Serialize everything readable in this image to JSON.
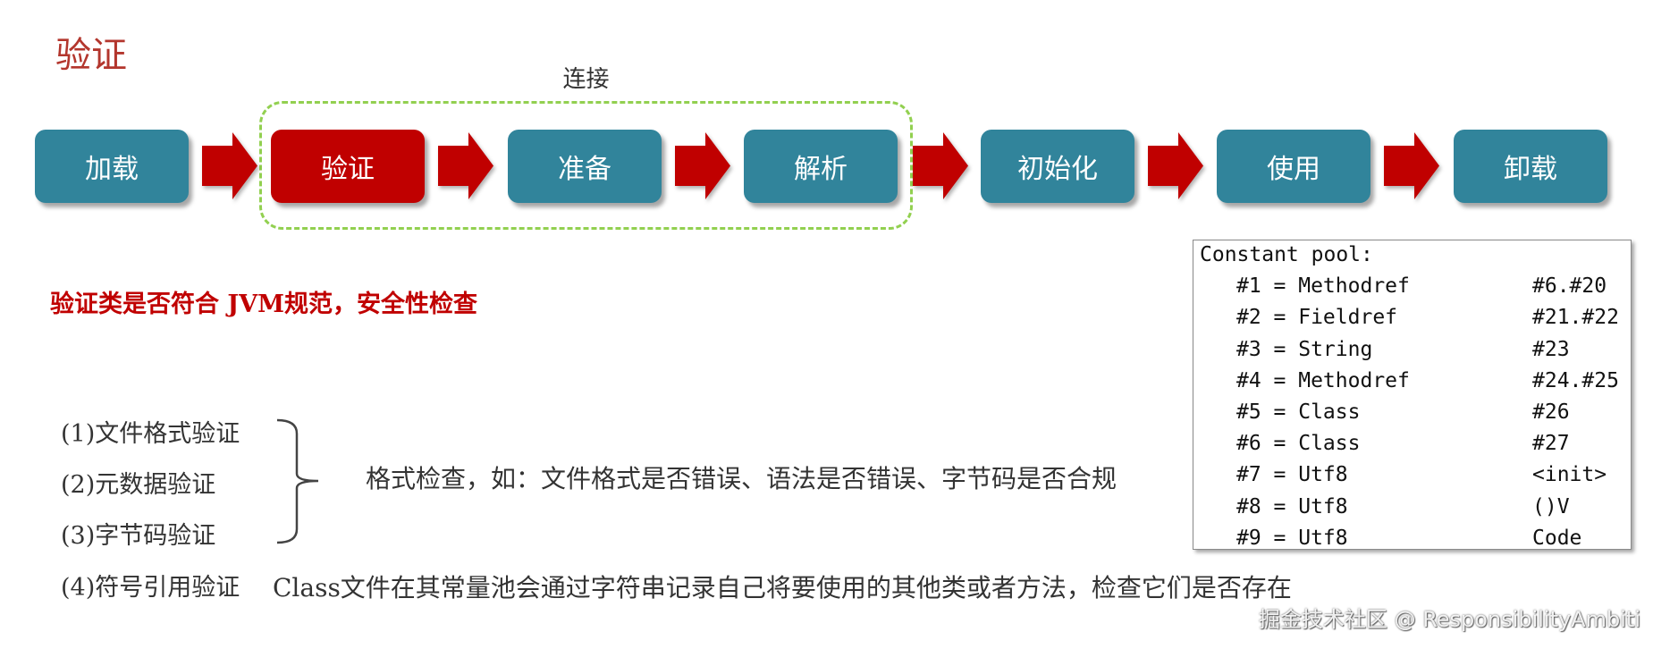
{
  "page": {
    "title": "验证"
  },
  "colors": {
    "title": "#b3362d",
    "stage": "#31849b",
    "stage_active": "#c00000",
    "arrow": "#c00000",
    "group_border": "#92d050",
    "summary": "#c00000"
  },
  "pipeline": {
    "group_label": "连接",
    "stages": [
      {
        "label": "加载",
        "active": false
      },
      {
        "label": "验证",
        "active": true
      },
      {
        "label": "准备",
        "active": false
      },
      {
        "label": "解析",
        "active": false
      },
      {
        "label": "初始化",
        "active": false
      },
      {
        "label": "使用",
        "active": false
      },
      {
        "label": "卸载",
        "active": false
      }
    ]
  },
  "summary": "验证类是否符合 JVM规范，安全性检查",
  "checks": [
    "(1)文件格式验证",
    "(2)元数据验证",
    "(3)字节码验证",
    "(4)符号引用验证"
  ],
  "notes": {
    "format_check": "格式检查，如：文件格式是否错误、语法是否错误、字节码是否合规",
    "symbol_reference": "Class文件在其常量池会通过字符串记录自己将要使用的其他类或者方法，检查它们是否存在"
  },
  "constant_pool": {
    "title": "Constant pool:",
    "entries": [
      {
        "entry": "#1 = Methodref",
        "value": "#6.#20"
      },
      {
        "entry": "#2 = Fieldref",
        "value": "#21.#22"
      },
      {
        "entry": "#3 = String",
        "value": "#23"
      },
      {
        "entry": "#4 = Methodref",
        "value": "#24.#25"
      },
      {
        "entry": "#5 = Class",
        "value": "#26"
      },
      {
        "entry": "#6 = Class",
        "value": "#27"
      },
      {
        "entry": "#7 = Utf8",
        "value": "<init>"
      },
      {
        "entry": "#8 = Utf8",
        "value": "()V"
      },
      {
        "entry": "#9 = Utf8",
        "value": "Code"
      }
    ]
  },
  "watermark": "掘金技术社区 @ ResponsibilityAmbiti"
}
